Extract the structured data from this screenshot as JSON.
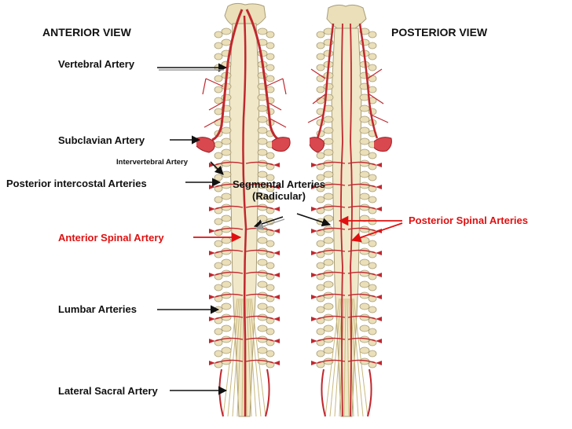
{
  "views": {
    "anterior_title": "ANTERIOR VIEW",
    "posterior_title": "POSTERIOR VIEW"
  },
  "labels": {
    "vertebral_artery": "Vertebral Artery",
    "subclavian_artery": "Subclavian Artery",
    "intervertebral_artery": "Intervertebral Artery",
    "posterior_intercostal_arteries": "Posterior intercostal Arteries",
    "segmental_arteries_line1": "Segmental Arteries",
    "segmental_arteries_line2": "(Radicular)",
    "anterior_spinal_artery": "Anterior Spinal Artery",
    "posterior_spinal_arteries": "Posterior Spinal Arteries",
    "lumbar_arteries": "Lumbar Arteries",
    "lateral_sacral_artery": "Lateral Sacral Artery"
  },
  "colors": {
    "artery": "#c0282e",
    "bone": "#eadfb8",
    "bone_outline": "#a89d78",
    "red_label": "#e01010",
    "arrow": "#111111",
    "shadow_arrow": "#9a9a9a"
  }
}
